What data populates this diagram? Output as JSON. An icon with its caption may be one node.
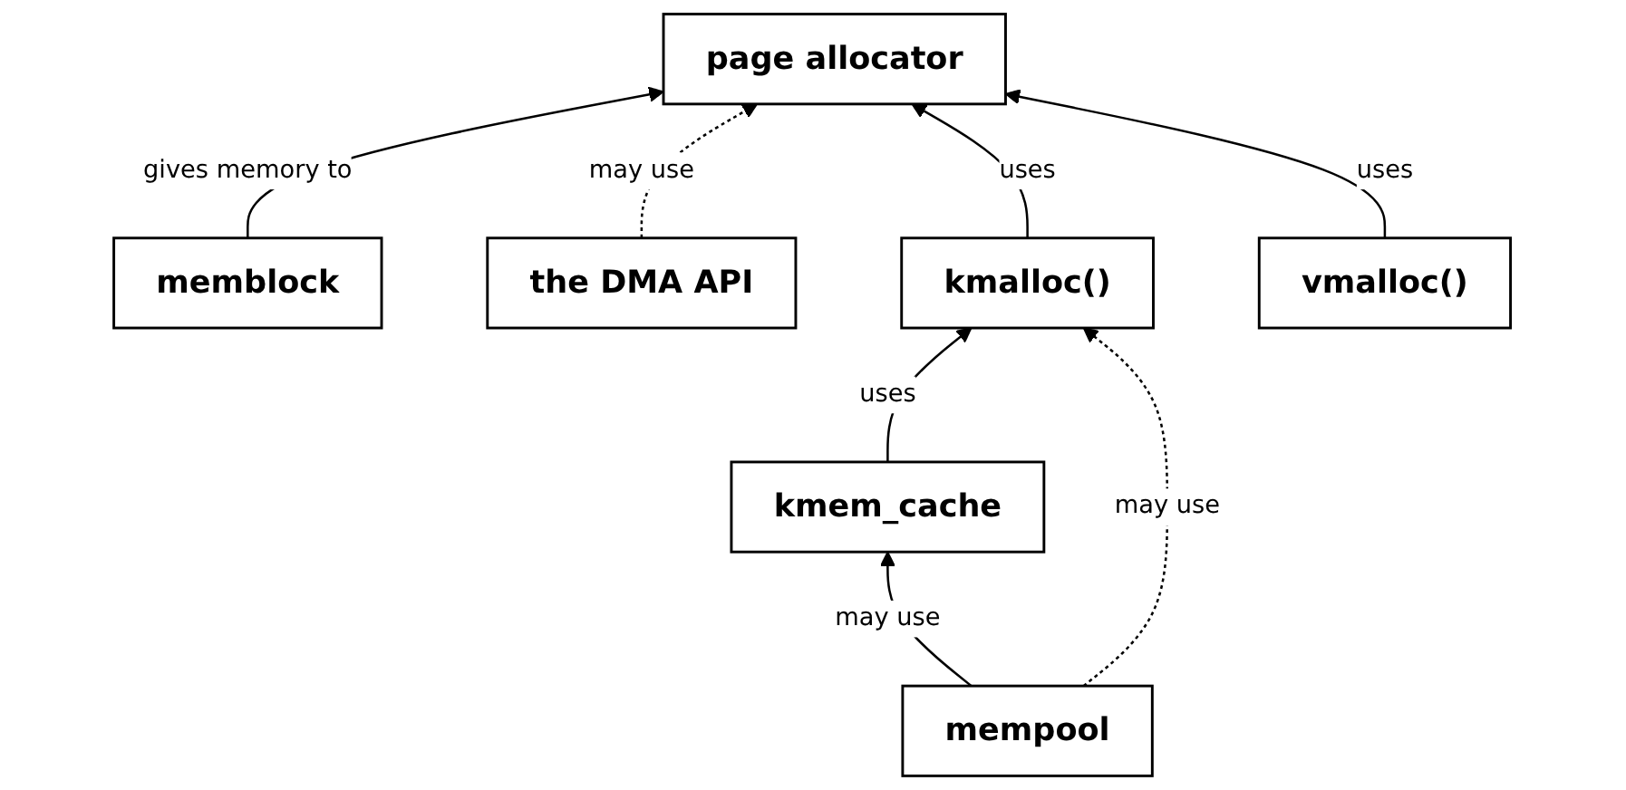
{
  "diagram": {
    "nodes": [
      {
        "text": [
          "memblock"
        ]
      },
      {
        "text": [
          "the DMA API"
        ]
      },
      {
        "text": [
          "page allocator"
        ]
      },
      {
        "text": [
          "kmalloc()"
        ]
      },
      {
        "text": [
          "vmalloc()"
        ]
      },
      {
        "text": [
          "kmem_cache"
        ]
      },
      {
        "text": [
          "mempool"
        ]
      }
    ],
    "edges": [
      {
        "from": 0,
        "to": 2,
        "arrow": "to",
        "label": "gives memory to"
      },
      {
        "from": 1,
        "to": 2,
        "arrow": "to",
        "label": "may use",
        "style": "dashed"
      },
      {
        "from": 3,
        "to": 2,
        "arrow": "to",
        "label": "uses"
      },
      {
        "from": 4,
        "to": 2,
        "arrow": "to",
        "label": "uses"
      },
      {
        "from": 5,
        "to": 3,
        "arrow": "to",
        "label": "uses"
      },
      {
        "from": 6,
        "to": 3,
        "arrow": "to",
        "label": "may use",
        "style": "dashed"
      },
      {
        "from": 6,
        "to": 5,
        "arrow": "to",
        "label": "may use"
      }
    ]
  }
}
